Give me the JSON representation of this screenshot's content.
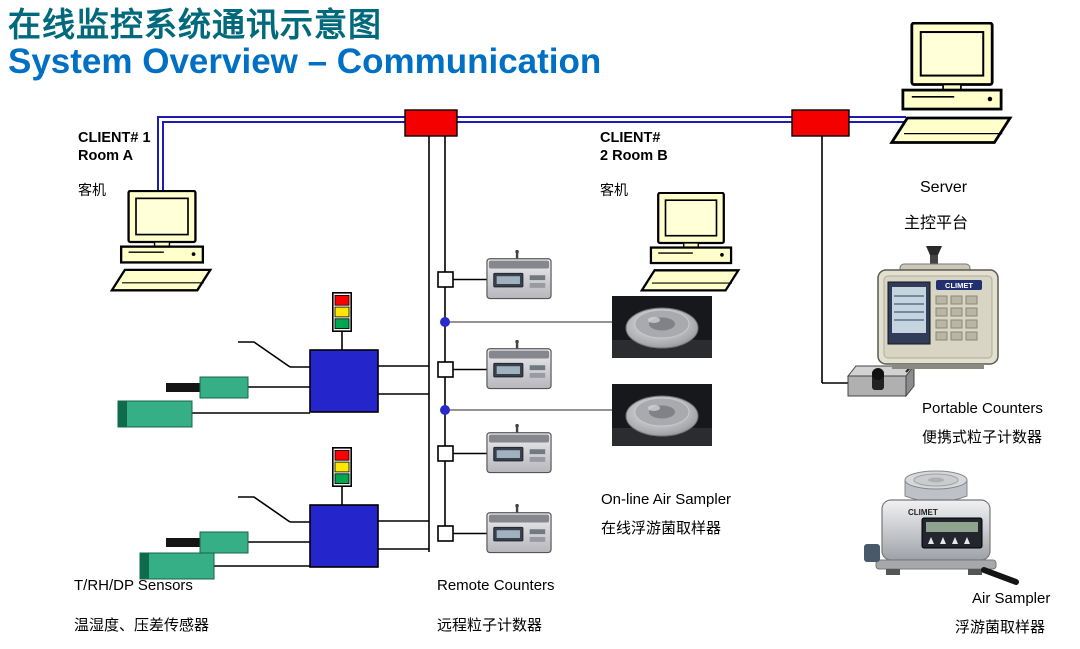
{
  "title": {
    "zh": "在线监控系统通讯示意图",
    "en": "System Overview – Communication"
  },
  "nodes": {
    "client1": {
      "name_line1": "CLIENT# 1",
      "name_line2": "Room A",
      "zh": "客机"
    },
    "client2": {
      "name_line1": "CLIENT#",
      "name_line2": "2 Room B",
      "zh": "客机"
    },
    "server": {
      "en": "Server",
      "zh": "主控平台"
    },
    "portable_counters": {
      "en": "Portable Counters",
      "zh": "便携式粒子计数器"
    },
    "online_air_sampler": {
      "en": "On-line Air Sampler",
      "zh": "在线浮游菌取样器"
    },
    "remote_counters": {
      "en": "Remote Counters",
      "zh": "远程粒子计数器"
    },
    "sensors": {
      "en": "T/RH/DP Sensors",
      "zh": "温湿度、压差传感器"
    },
    "air_sampler": {
      "en": "Air Sampler",
      "zh": "浮游菌取样器"
    }
  },
  "devices": {
    "brand": "CLIMET"
  },
  "colors": {
    "title_zh": "#00697C",
    "title_en": "#0070C5",
    "bus_line": "#1C1CB2",
    "hub_box": "#F50000",
    "controller_box": "#2525CC",
    "sensor_green": "#36AE86",
    "computer_fill": "#FFFFCC",
    "status_red": "#FF0000",
    "status_yellow": "#FFE800",
    "status_green": "#00A650"
  }
}
